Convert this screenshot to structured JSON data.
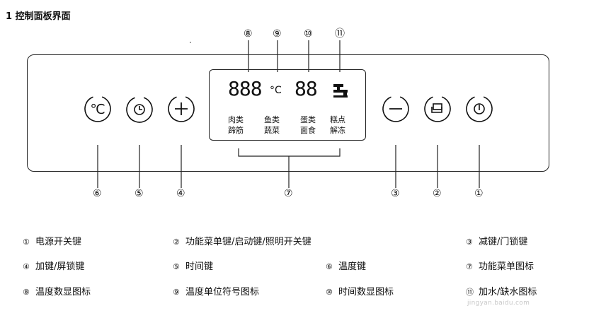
{
  "title": "1 控制面板界面",
  "display": {
    "digits_main": "888",
    "unit": "°C",
    "digits_time": "88",
    "water_icon": "faucet-icon",
    "menu_items": [
      {
        "line1": "肉类",
        "line2": "蹄筋"
      },
      {
        "line1": "鱼类",
        "line2": "蔬菜"
      },
      {
        "line1": "蛋类",
        "line2": "面食"
      },
      {
        "line1": "糕点",
        "line2": "解冻"
      }
    ]
  },
  "callout_numbers": {
    "n1": "①",
    "n2": "②",
    "n3": "③",
    "n4": "④",
    "n5": "⑤",
    "n6": "⑥",
    "n7": "⑦",
    "n8": "⑧",
    "n9": "⑨",
    "n10": "⑩",
    "n11": "⑪"
  },
  "buttons": {
    "temp": "temperature-icon",
    "time": "clock-icon",
    "plus": "plus-icon",
    "minus": "minus-icon",
    "menu": "menu-icon",
    "power": "power-icon"
  },
  "legend": [
    {
      "num": "①",
      "text": "电源开关键"
    },
    {
      "num": "②",
      "text": "功能菜单键/启动键/照明开关键"
    },
    {
      "num": "③",
      "text": "减键/门锁键"
    },
    {
      "num": "④",
      "text": "加键/屏锁键"
    },
    {
      "num": "⑤",
      "text": "时间键"
    },
    {
      "num": "⑥",
      "text": "温度键"
    },
    {
      "num": "⑦",
      "text": "功能菜单图标"
    },
    {
      "num": "⑧",
      "text": "温度数显图标"
    },
    {
      "num": "⑨",
      "text": "温度单位符号图标"
    },
    {
      "num": "⑩",
      "text": "时间数显图标"
    },
    {
      "num": "⑪",
      "text": "加水/缺水图标"
    }
  ],
  "watermark": {
    "text": "jingyan.baidu.com"
  }
}
